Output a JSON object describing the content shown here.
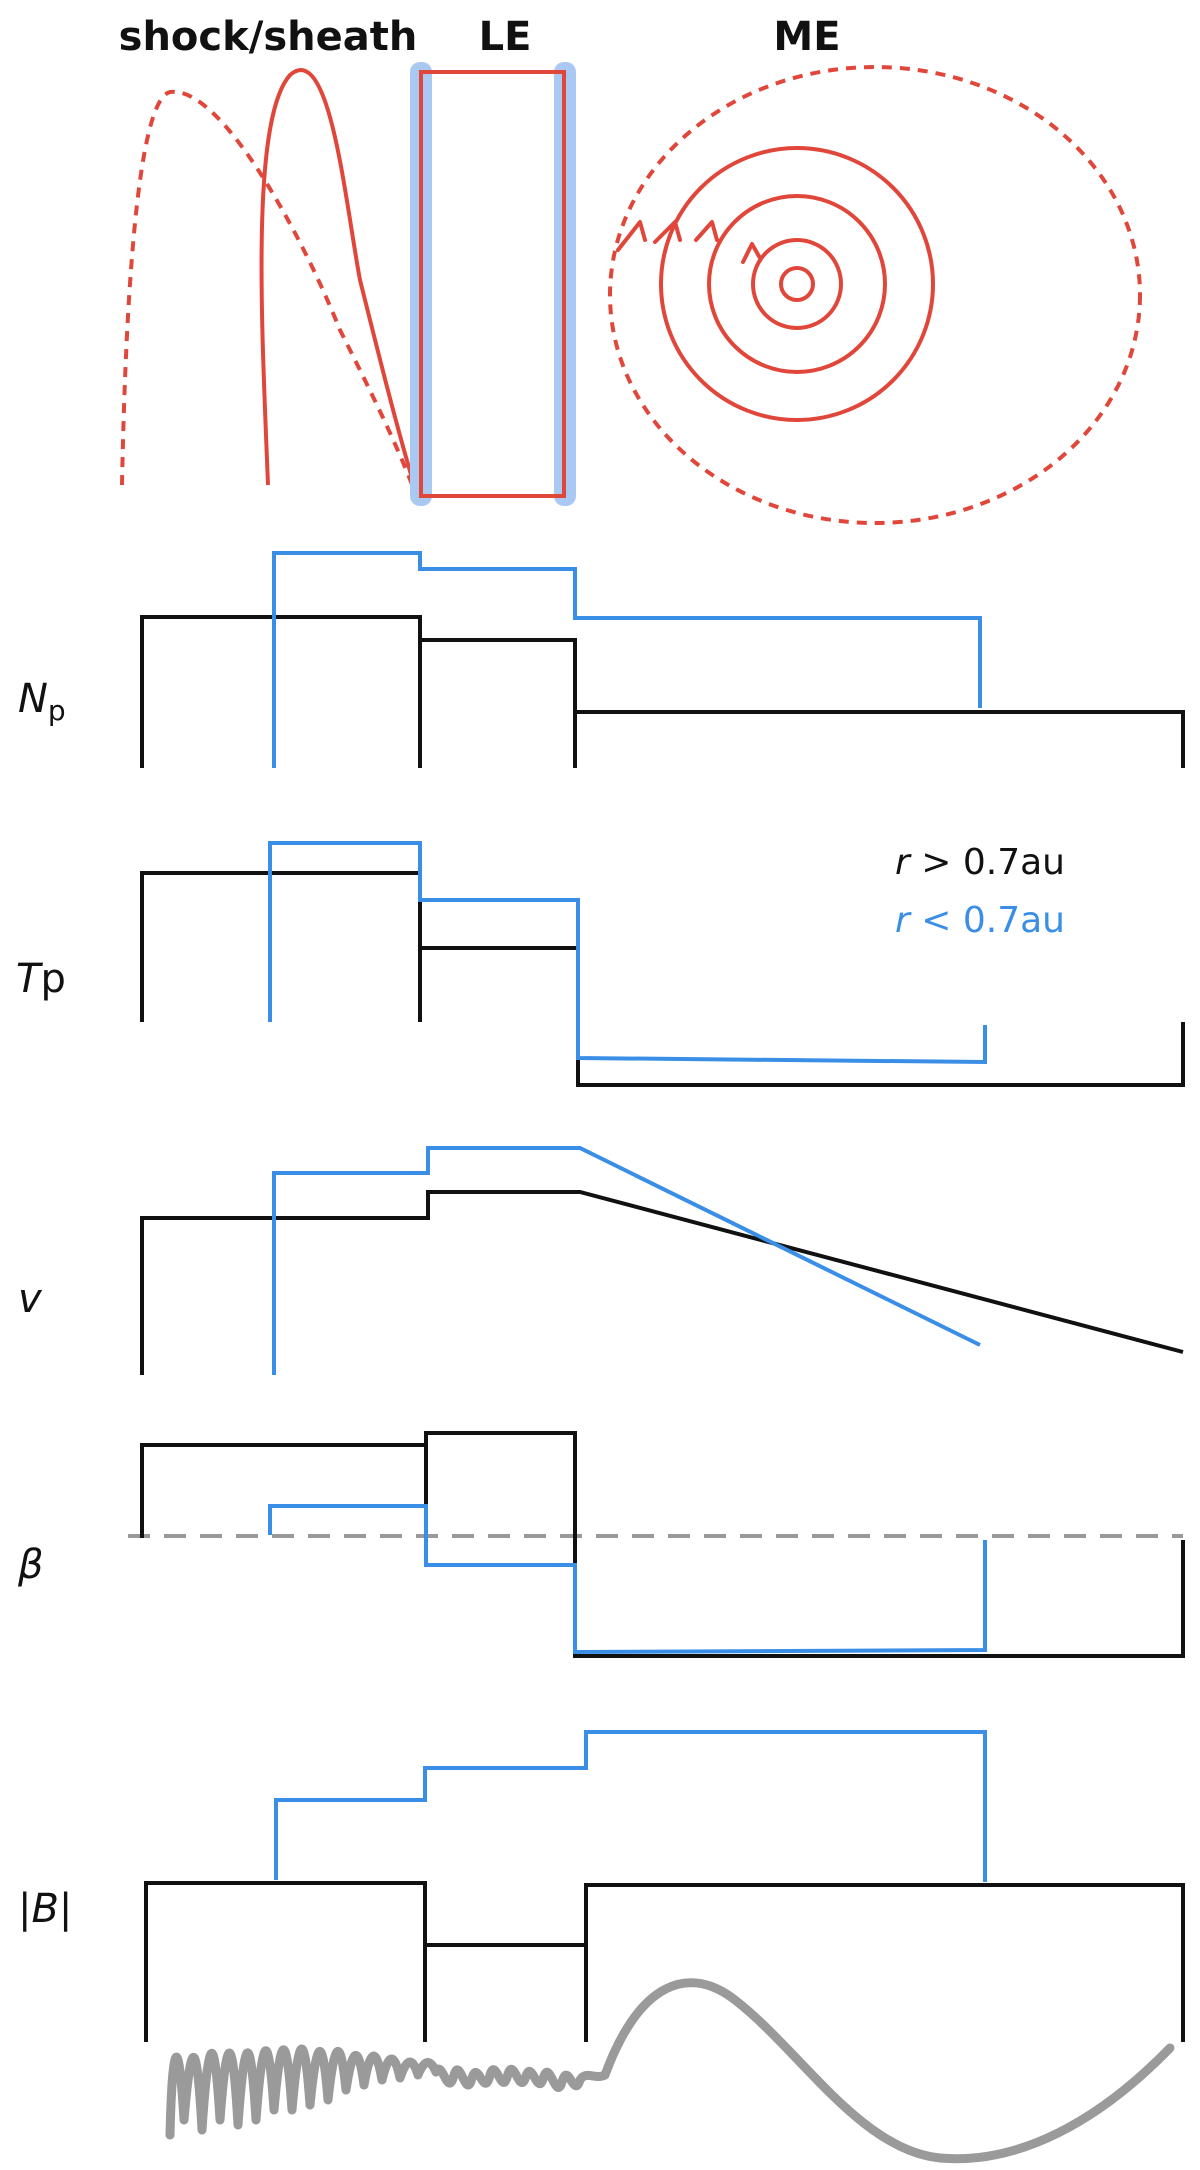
{
  "regions": [
    {
      "id": "shock",
      "title": "shock/sheath"
    },
    {
      "id": "le",
      "title": "LE"
    },
    {
      "id": "me",
      "title": "ME"
    }
  ],
  "panels": [
    {
      "id": "np",
      "label_main": "N",
      "label_sub": "p",
      "italic": true
    },
    {
      "id": "tp",
      "label_main": "T",
      "label_sub": "p",
      "italic": true
    },
    {
      "id": "v",
      "label_main": "v",
      "label_sub": "",
      "italic": true
    },
    {
      "id": "beta",
      "label_main": "β",
      "label_sub": "",
      "italic": true
    },
    {
      "id": "b",
      "label_main": "|B|",
      "label_sub": "",
      "italic": true
    }
  ],
  "legend": {
    "outer": {
      "var": "r",
      "text": " > 0.7au",
      "color": "#111111"
    },
    "inner": {
      "var": "r",
      "text": " < 0.7au",
      "color": "#3a8ee6"
    }
  },
  "colors": {
    "outer_series": "#111111",
    "inner_series": "#3a8ee6",
    "field_lines": "#e0473a",
    "le_highlight": "#a9c9f2",
    "reference_line": "#999999",
    "fluctuation": "#9a9a9a"
  }
}
